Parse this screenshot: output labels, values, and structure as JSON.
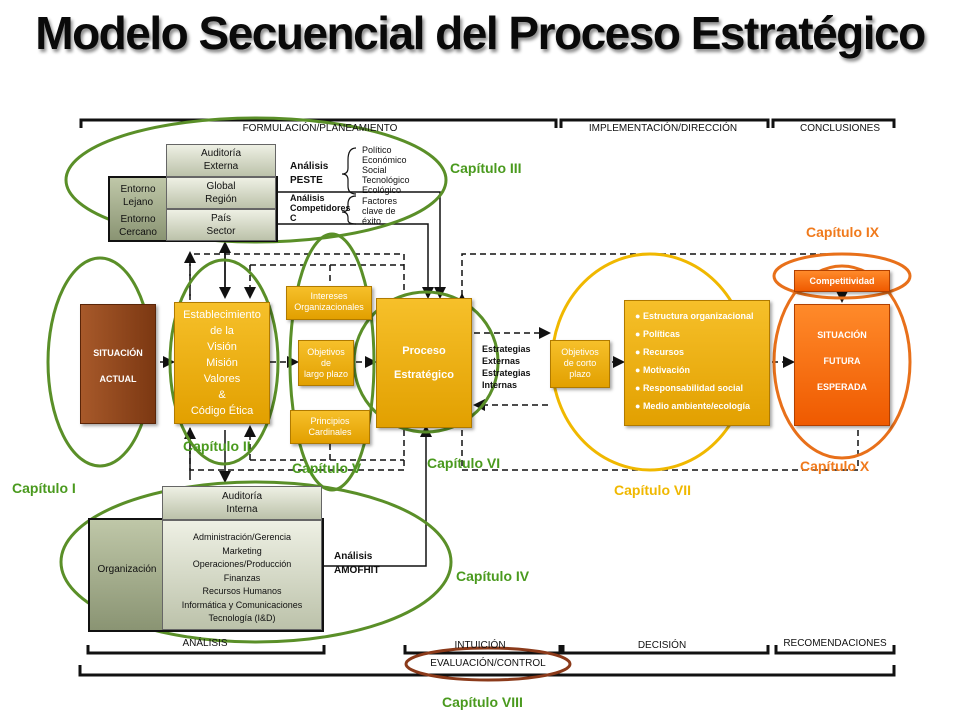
{
  "title": "Modelo Secuencial del Proceso Estratégico",
  "headers": {
    "formulacion": "FORMULACIÓN/PLANEAMIENTO",
    "implementacion": "IMPLEMENTACIÓN/DIRECCIÓN",
    "conclusiones": "CONCLUSIONES"
  },
  "footers": {
    "analisis": "ANÁLISIS",
    "intuicion": "INTUICIÓN",
    "decision": "DECISIÓN",
    "recomendaciones": "RECOMENDACIONES",
    "evaluacion": "EVALUACIÓN/CONTROL"
  },
  "externa": {
    "auditoria": "Auditoría\nExterna",
    "entorno_lejano": "Entorno\nLejano",
    "global_region": "Global\nRegión",
    "entorno_cercano": "Entorno\nCercano",
    "pais_sector": "País\nSector",
    "analisis_peste": "Análisis\nPESTE",
    "analisis_comp": "Análisis\nCompetidores\nC",
    "peste_items": "Político\nEconómico\nSocial\nTecnológico\nEcológico",
    "factores": "Factores\nclave de\néxito"
  },
  "situacion_actual": "SITUACIÓN\n\nACTUAL",
  "establecimiento": "Establecimiento\nde la\nVisión\nMisión\nValores\n&\nCódigo Ética",
  "intereses": "Intereses\nOrganizacionales",
  "objetivos_lp": "Objetivos\nde\nlargo plazo",
  "principios": "Principios\nCardinales",
  "proceso": "Proceso\n\nEstratégico",
  "estrategias": "Estrategias\nExternas\nEstrategias\nInternas",
  "objetivos_cp": "Objetivos\nde corto\nplazo",
  "implementacion_items": [
    "Estructura organizacional",
    "Políticas",
    "Recursos",
    "Motivación",
    "Responsabilidad social",
    "Medio ambiente/ecología"
  ],
  "competitividad": "Competitividad",
  "situacion_futura": "SITUACIÓN\n\nFUTURA\n\nESPERADA",
  "interna": {
    "auditoria": "Auditoría\nInterna",
    "organizacion": "Organización",
    "areas": "Administración/Gerencia\nMarketing\nOperaciones/Producción\nFinanzas\nRecursos Humanos\nInformática y Comunicaciones\nTecnología (I&D)",
    "analisis_amofhit": "Análisis\nAMOFHIT"
  },
  "capitulos": {
    "c1": "Capítulo I",
    "c2": "Capítulo II",
    "c3": "Capítulo III",
    "c4": "Capítulo IV",
    "c5": "Capítulo V",
    "c6": "Capítulo VI",
    "c7": "Capítulo VII",
    "c8": "Capítulo VIII",
    "c9": "Capítulo IX",
    "c10": "Capítulo X"
  },
  "colors": {
    "chapter_green": "#4a9a1e",
    "chapter_orange": "#f07a1c",
    "box_yellow": "#eeaa0e",
    "box_brown": "#8b4513",
    "box_orange": "#f46a10",
    "ellipse_green": "#5a8f28",
    "ellipse_yellow": "#f0b800",
    "ellipse_orange": "#e8701a",
    "ellipse_brown": "#8b3a1a"
  }
}
